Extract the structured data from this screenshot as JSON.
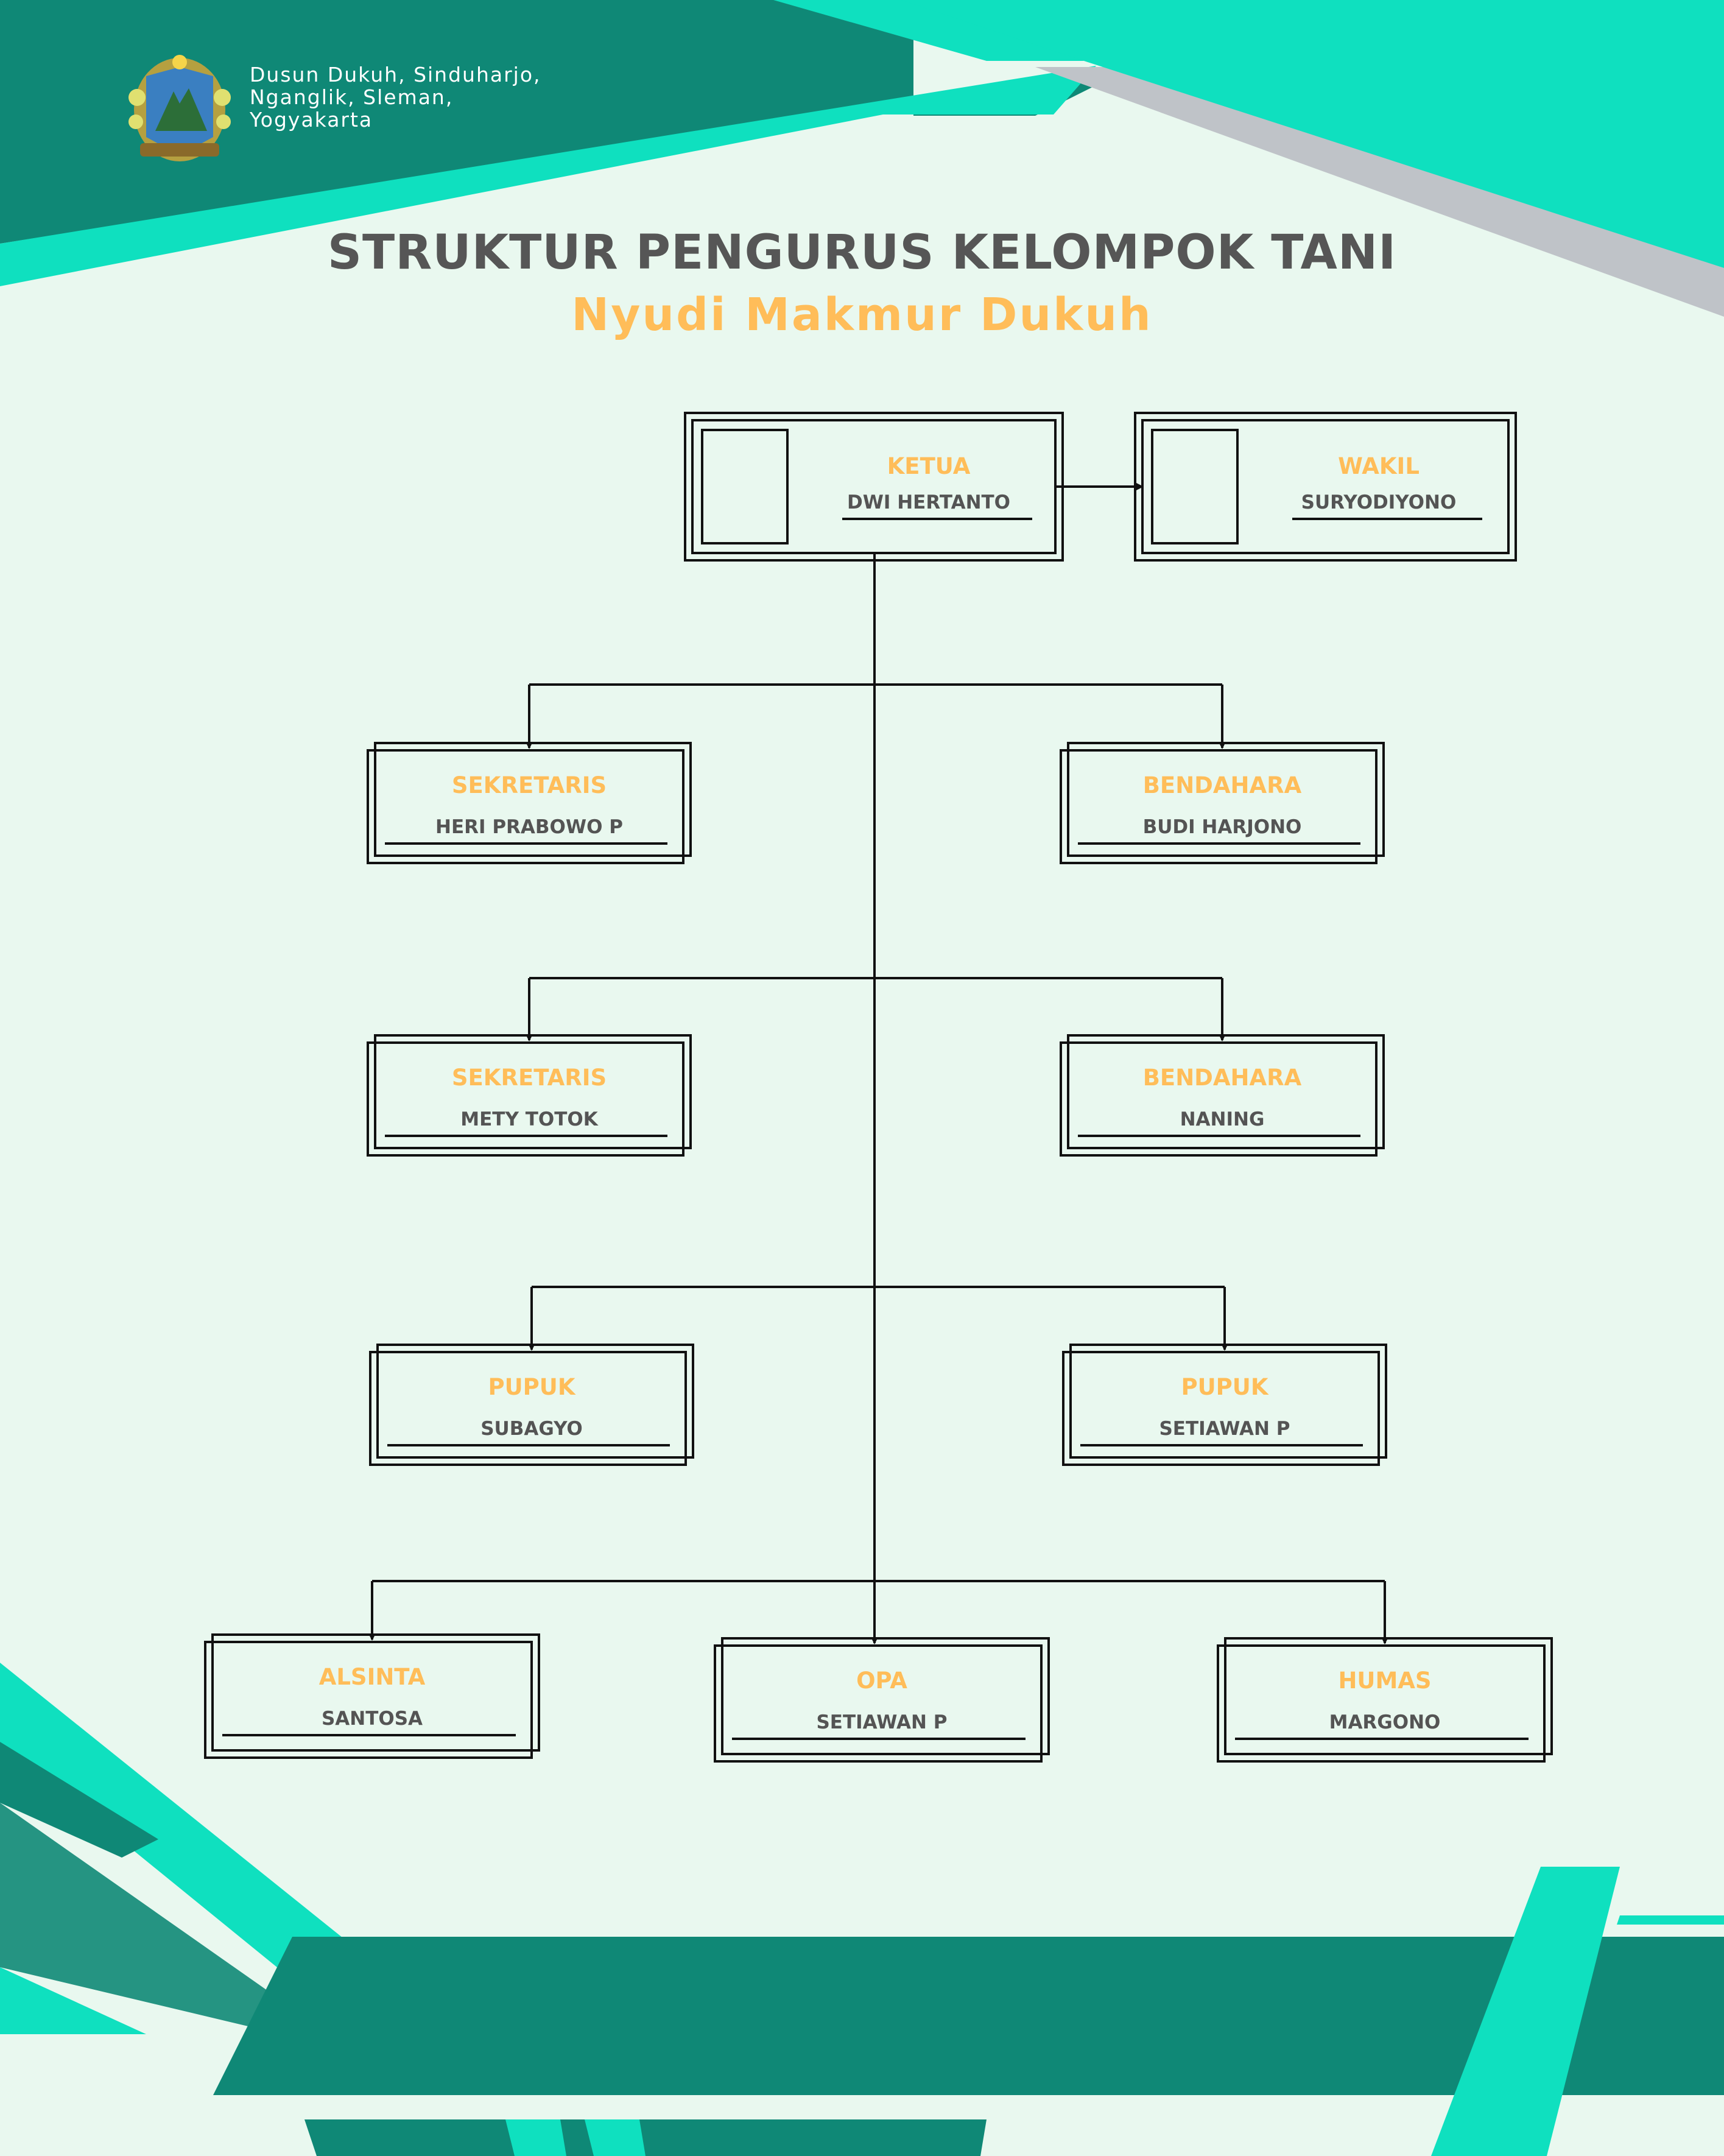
{
  "header": {
    "logo": "sleman-regency-crest-icon",
    "address_lines": [
      "Dusun Dukuh, Sinduharjo,",
      "Nganglik, Sleman,",
      "Yogyakarta"
    ]
  },
  "title": "STRUKTUR PENGURUS KELOMPOK TANI",
  "subtitle": "Nyudi Makmur Dukuh",
  "nodes": [
    {
      "id": "ketua",
      "role": "KETUA",
      "name": "DWI HERTANTO"
    },
    {
      "id": "wakil",
      "role": "WAKIL",
      "name": "SURYODIYONO"
    },
    {
      "id": "sekretaris-1",
      "role": "SEKRETARIS",
      "name": "HERI PRABOWO P"
    },
    {
      "id": "bendahara-1",
      "role": "BENDAHARA",
      "name": "BUDI HARJONO"
    },
    {
      "id": "sekretaris-2",
      "role": "SEKRETARIS",
      "name": "METY TOTOK"
    },
    {
      "id": "bendahara-2",
      "role": "BENDAHARA",
      "name": "NANING"
    },
    {
      "id": "pupuk-1",
      "role": "PUPUK",
      "name": "SUBAGYO"
    },
    {
      "id": "pupuk-2",
      "role": "PUPUK",
      "name": "SETIAWAN P"
    },
    {
      "id": "alsinta",
      "role": "ALSINTA",
      "name": "SANTOSA"
    },
    {
      "id": "opa",
      "role": "OPA",
      "name": "SETIAWAN P"
    },
    {
      "id": "humas",
      "role": "HUMAS",
      "name": "MARGONO"
    }
  ],
  "edges": [
    [
      "ketua",
      "wakil"
    ],
    [
      "ketua",
      "sekretaris-1"
    ],
    [
      "ketua",
      "bendahara-1"
    ],
    [
      "ketua",
      "sekretaris-2"
    ],
    [
      "ketua",
      "bendahara-2"
    ],
    [
      "ketua",
      "pupuk-1"
    ],
    [
      "ketua",
      "pupuk-2"
    ],
    [
      "ketua",
      "alsinta"
    ],
    [
      "ketua",
      "opa"
    ],
    [
      "ketua",
      "humas"
    ]
  ],
  "colors": {
    "background": "#e9f8ef",
    "dark_teal": "#0f8876",
    "bright_teal": "#0fe0bf",
    "gray_band": "#bfc3c8",
    "role_text": "#ffbd59",
    "name_text": "#545454",
    "title_text": "#565656"
  }
}
